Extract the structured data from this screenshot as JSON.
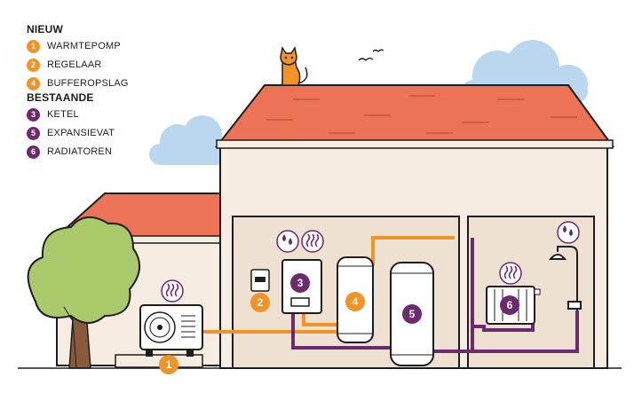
{
  "legend": {
    "new_heading": "NIEUW",
    "new_items": [
      {
        "num": "1",
        "label": "WARMTEPOMP"
      },
      {
        "num": "2",
        "label": "REGELAAR"
      },
      {
        "num": "4",
        "label": "BUFFEROPSLAG"
      }
    ],
    "existing_heading": "BESTAANDE",
    "existing_items": [
      {
        "num": "3",
        "label": "KETEL"
      },
      {
        "num": "5",
        "label": "EXPANSIEVAT"
      },
      {
        "num": "6",
        "label": "RADIATOREN"
      }
    ]
  },
  "badges": {
    "heat_pump": "1",
    "controller": "2",
    "boiler": "3",
    "buffer": "4",
    "expansion_vessel": "5",
    "radiator": "6"
  },
  "colors": {
    "new": "#f39325",
    "existing": "#6c2a6f",
    "roof": "#ec7356",
    "wall": "#f7ece1",
    "outline": "#1d1d1b",
    "cloud": "#b9d7ee",
    "tree": "#a9c96b",
    "trunk": "#8a5a3c"
  },
  "icons": [
    "heat-waves-icon",
    "water-drops-icon",
    "cat-icon",
    "bird-icon",
    "shower-icon",
    "tree-icon",
    "cloud-icon"
  ]
}
